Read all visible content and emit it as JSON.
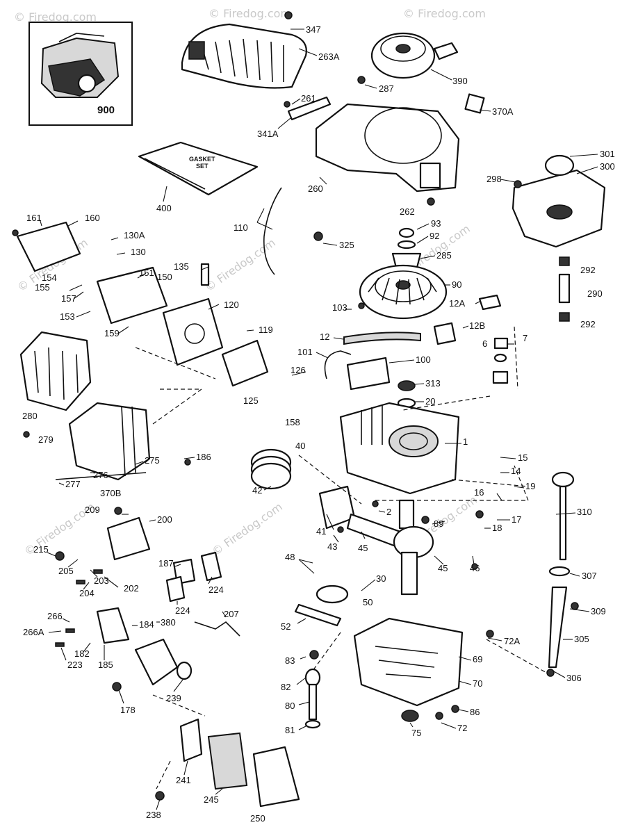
{
  "watermark": "© Firedog.com",
  "gasket_set_text": {
    "line1": "GASKET",
    "line2": "SET"
  },
  "labels": [
    {
      "id": "347",
      "text": "347"
    },
    {
      "id": "263A",
      "text": "263A"
    },
    {
      "id": "390",
      "text": "390"
    },
    {
      "id": "287",
      "text": "287"
    },
    {
      "id": "900",
      "text": "900"
    },
    {
      "id": "261",
      "text": "261"
    },
    {
      "id": "341A",
      "text": "341A"
    },
    {
      "id": "370A",
      "text": "370A"
    },
    {
      "id": "301",
      "text": "301"
    },
    {
      "id": "300",
      "text": "300"
    },
    {
      "id": "298",
      "text": "298"
    },
    {
      "id": "400",
      "text": "400"
    },
    {
      "id": "260",
      "text": "260"
    },
    {
      "id": "262",
      "text": "262"
    },
    {
      "id": "93",
      "text": "93"
    },
    {
      "id": "92",
      "text": "92"
    },
    {
      "id": "110",
      "text": "110"
    },
    {
      "id": "325",
      "text": "325"
    },
    {
      "id": "285",
      "text": "285"
    },
    {
      "id": "292a",
      "text": "292"
    },
    {
      "id": "290",
      "text": "290"
    },
    {
      "id": "292b",
      "text": "292"
    },
    {
      "id": "161",
      "text": "161"
    },
    {
      "id": "160",
      "text": "160"
    },
    {
      "id": "130A",
      "text": "130A"
    },
    {
      "id": "130",
      "text": "130"
    },
    {
      "id": "135",
      "text": "135"
    },
    {
      "id": "151",
      "text": "151"
    },
    {
      "id": "150",
      "text": "150"
    },
    {
      "id": "154",
      "text": "154"
    },
    {
      "id": "155",
      "text": "155"
    },
    {
      "id": "157",
      "text": "157"
    },
    {
      "id": "153",
      "text": "153"
    },
    {
      "id": "159",
      "text": "159"
    },
    {
      "id": "120",
      "text": "120"
    },
    {
      "id": "90",
      "text": "90"
    },
    {
      "id": "12A",
      "text": "12A"
    },
    {
      "id": "103",
      "text": "103"
    },
    {
      "id": "12",
      "text": "12"
    },
    {
      "id": "12B",
      "text": "12B"
    },
    {
      "id": "7",
      "text": "7"
    },
    {
      "id": "6",
      "text": "6"
    },
    {
      "id": "119",
      "text": "119"
    },
    {
      "id": "101",
      "text": "101"
    },
    {
      "id": "100",
      "text": "100"
    },
    {
      "id": "126",
      "text": "126"
    },
    {
      "id": "313",
      "text": "313"
    },
    {
      "id": "20",
      "text": "20"
    },
    {
      "id": "280",
      "text": "280"
    },
    {
      "id": "125",
      "text": "125"
    },
    {
      "id": "158",
      "text": "158"
    },
    {
      "id": "279",
      "text": "279"
    },
    {
      "id": "1",
      "text": "1"
    },
    {
      "id": "40",
      "text": "40"
    },
    {
      "id": "275",
      "text": "275"
    },
    {
      "id": "186",
      "text": "186"
    },
    {
      "id": "15",
      "text": "15"
    },
    {
      "id": "14",
      "text": "14"
    },
    {
      "id": "276",
      "text": "276"
    },
    {
      "id": "277",
      "text": "277"
    },
    {
      "id": "42",
      "text": "42"
    },
    {
      "id": "19",
      "text": "19"
    },
    {
      "id": "16",
      "text": "16"
    },
    {
      "id": "370B",
      "text": "370B"
    },
    {
      "id": "310",
      "text": "310"
    },
    {
      "id": "2",
      "text": "2"
    },
    {
      "id": "17",
      "text": "17"
    },
    {
      "id": "209",
      "text": "209"
    },
    {
      "id": "200",
      "text": "200"
    },
    {
      "id": "89",
      "text": "89"
    },
    {
      "id": "18",
      "text": "18"
    },
    {
      "id": "41",
      "text": "41"
    },
    {
      "id": "43",
      "text": "43"
    },
    {
      "id": "45a",
      "text": "45"
    },
    {
      "id": "215",
      "text": "215"
    },
    {
      "id": "205",
      "text": "205"
    },
    {
      "id": "187",
      "text": "187"
    },
    {
      "id": "48",
      "text": "48"
    },
    {
      "id": "45b",
      "text": "45"
    },
    {
      "id": "46",
      "text": "46"
    },
    {
      "id": "203",
      "text": "203"
    },
    {
      "id": "224a",
      "text": "224"
    },
    {
      "id": "307",
      "text": "307"
    },
    {
      "id": "202",
      "text": "202"
    },
    {
      "id": "30",
      "text": "30"
    },
    {
      "id": "204",
      "text": "204"
    },
    {
      "id": "224b",
      "text": "224"
    },
    {
      "id": "50",
      "text": "50"
    },
    {
      "id": "207",
      "text": "207"
    },
    {
      "id": "309",
      "text": "309"
    },
    {
      "id": "266",
      "text": "266"
    },
    {
      "id": "380",
      "text": "380"
    },
    {
      "id": "184",
      "text": "184"
    },
    {
      "id": "52",
      "text": "52"
    },
    {
      "id": "266A",
      "text": "266A"
    },
    {
      "id": "72A",
      "text": "72A"
    },
    {
      "id": "305",
      "text": "305"
    },
    {
      "id": "182",
      "text": "182"
    },
    {
      "id": "223",
      "text": "223"
    },
    {
      "id": "185",
      "text": "185"
    },
    {
      "id": "83",
      "text": "83"
    },
    {
      "id": "69",
      "text": "69"
    },
    {
      "id": "306",
      "text": "306"
    },
    {
      "id": "70",
      "text": "70"
    },
    {
      "id": "178",
      "text": "178"
    },
    {
      "id": "239",
      "text": "239"
    },
    {
      "id": "82",
      "text": "82"
    },
    {
      "id": "80",
      "text": "80"
    },
    {
      "id": "86",
      "text": "86"
    },
    {
      "id": "81",
      "text": "81"
    },
    {
      "id": "75",
      "text": "75"
    },
    {
      "id": "72",
      "text": "72"
    },
    {
      "id": "241",
      "text": "241"
    },
    {
      "id": "245",
      "text": "245"
    },
    {
      "id": "238",
      "text": "238"
    },
    {
      "id": "250",
      "text": "250"
    }
  ]
}
